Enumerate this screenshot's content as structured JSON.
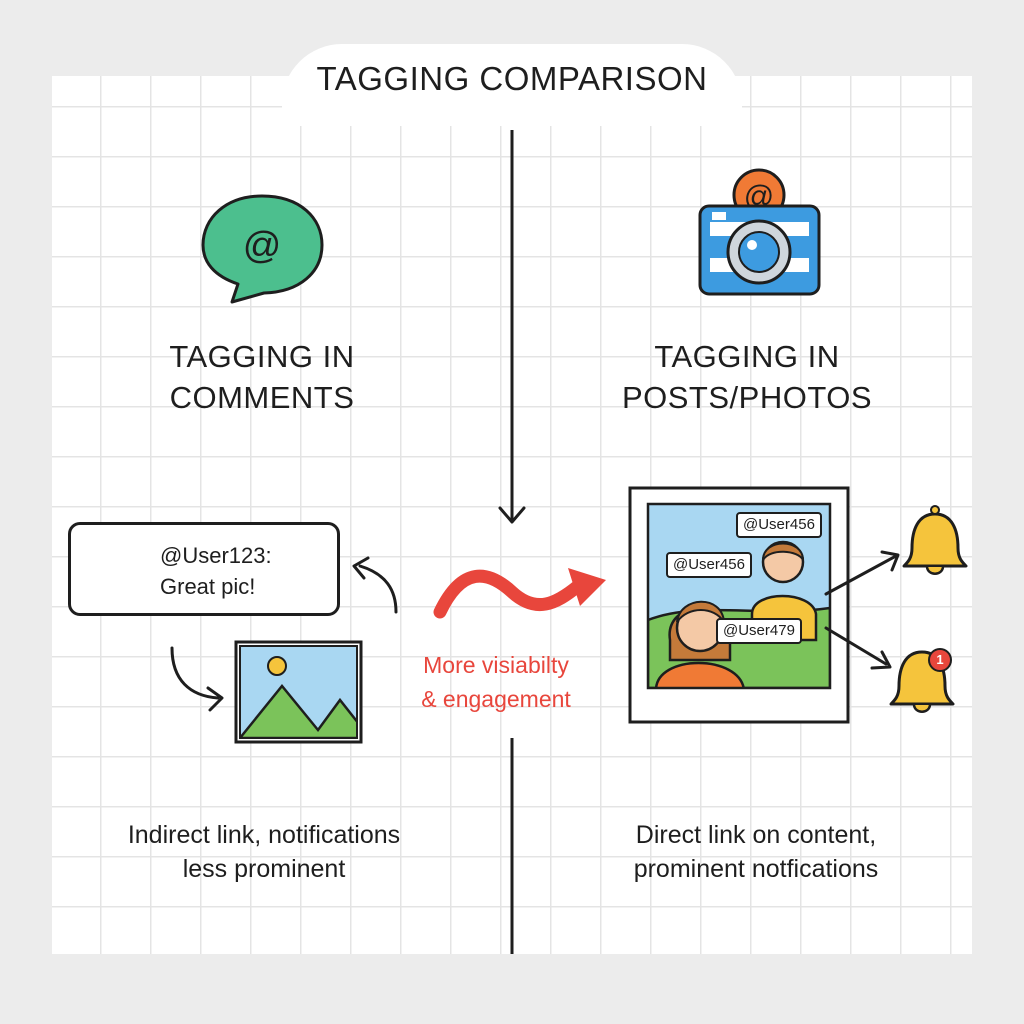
{
  "title": "TAGGING COMPARISON",
  "left": {
    "heading_line1": "TAGGING IN",
    "heading_line2": "COMMENTS",
    "comment_user": "@User123:",
    "comment_body": "Great pic!",
    "caption_line1": "Indirect link, notifications",
    "caption_line2": "less prominent",
    "icons": [
      "at-speech-bubble-icon",
      "user-avatar-icon",
      "landscape-image-icon"
    ]
  },
  "right": {
    "heading_line1": "TAGGING IN",
    "heading_line2": "POSTS/PHOTOS",
    "tags": [
      "@User456",
      "@User456",
      "@User479"
    ],
    "notification_badge": "1",
    "caption_line1": "Direct link on content,",
    "caption_line2": "prominent notfications",
    "icons": [
      "camera-at-icon",
      "bell-icon",
      "bell-badge-icon"
    ]
  },
  "center": {
    "label_line1": "More visiabilty",
    "label_line2": "& engagement"
  },
  "colors": {
    "accent_red": "#e8463c",
    "speech_green": "#4cbf8e",
    "camera_blue": "#3d9be0",
    "camera_orange": "#f07a35",
    "bell_yellow": "#f5c43c",
    "grass_green": "#7bc35a",
    "sky_blue": "#a9d7f2"
  }
}
